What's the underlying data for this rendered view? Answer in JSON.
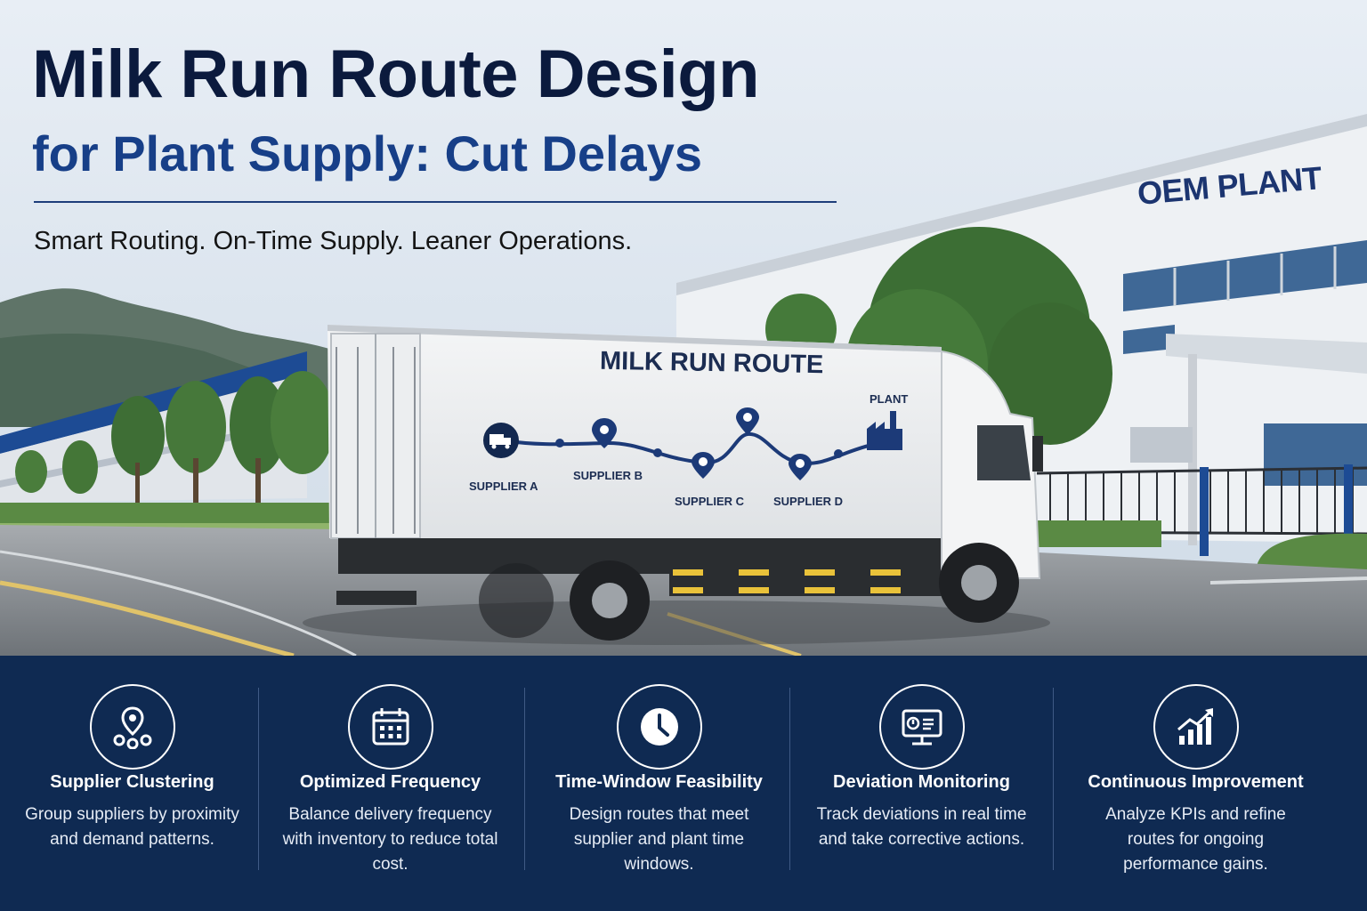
{
  "header": {
    "title": "Milk Run Route Design",
    "subtitle": "for Plant Supply: Cut Delays",
    "tagline": "Smart Routing. On-Time Supply. Leaner Operations."
  },
  "scene": {
    "plant_sign": "OEM PLANT",
    "truck_route": {
      "title": "MILK RUN ROUTE",
      "stops": [
        "SUPPLIER A",
        "SUPPLIER B",
        "SUPPLIER C",
        "SUPPLIER D",
        "PLANT"
      ]
    }
  },
  "features": [
    {
      "icon": "location-cluster-icon",
      "title": "Supplier Clustering",
      "description": "Group suppliers by proximity and demand patterns."
    },
    {
      "icon": "calendar-icon",
      "title": "Optimized Frequency",
      "description": "Balance delivery frequency with inventory to reduce total cost."
    },
    {
      "icon": "clock-icon",
      "title": "Time-Window Feasibility",
      "description": "Design routes that meet supplier and plant time windows."
    },
    {
      "icon": "monitor-icon",
      "title": "Deviation Monitoring",
      "description": "Track deviations in real time and take corrective actions."
    },
    {
      "icon": "growth-chart-icon",
      "title": "Continuous Improvement",
      "description": "Analyze KPIs and refine routes for ongoing performance gains."
    }
  ],
  "colors": {
    "navy_panel": "#0f2a52",
    "title_dark": "#0b1a3d",
    "title_blue": "#173f88"
  }
}
